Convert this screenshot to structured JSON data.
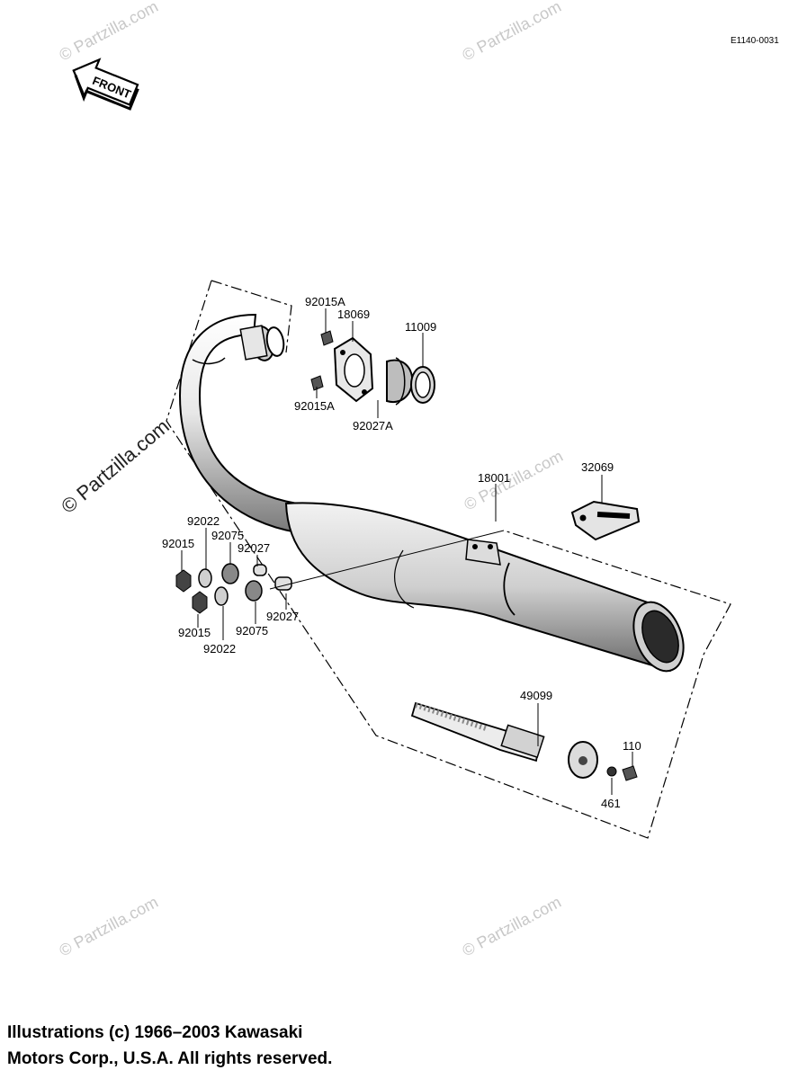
{
  "reference_code": "E1140-0031",
  "front_label": "FRONT",
  "watermark": "© Partzilla.com",
  "parts": {
    "p92015A_top": "92015A",
    "p18069": "18069",
    "p11009": "11009",
    "p92015A_bottom": "92015A",
    "p92027A": "92027A",
    "p18001": "18001",
    "p32069": "32069",
    "p92022_top": "92022",
    "p92015_top": "92015",
    "p92075_top": "92075",
    "p92027_top": "92027",
    "p92027_bottom": "92027",
    "p92015_bottom": "92015",
    "p92075_bottom": "92075",
    "p92022_bottom": "92022",
    "p49099": "49099",
    "p110": "110",
    "p461": "461"
  },
  "copyright": {
    "line1": "Illustrations (c) 1966–2003 Kawasaki",
    "line2": "Motors Corp., U.S.A.  All rights reserved."
  }
}
